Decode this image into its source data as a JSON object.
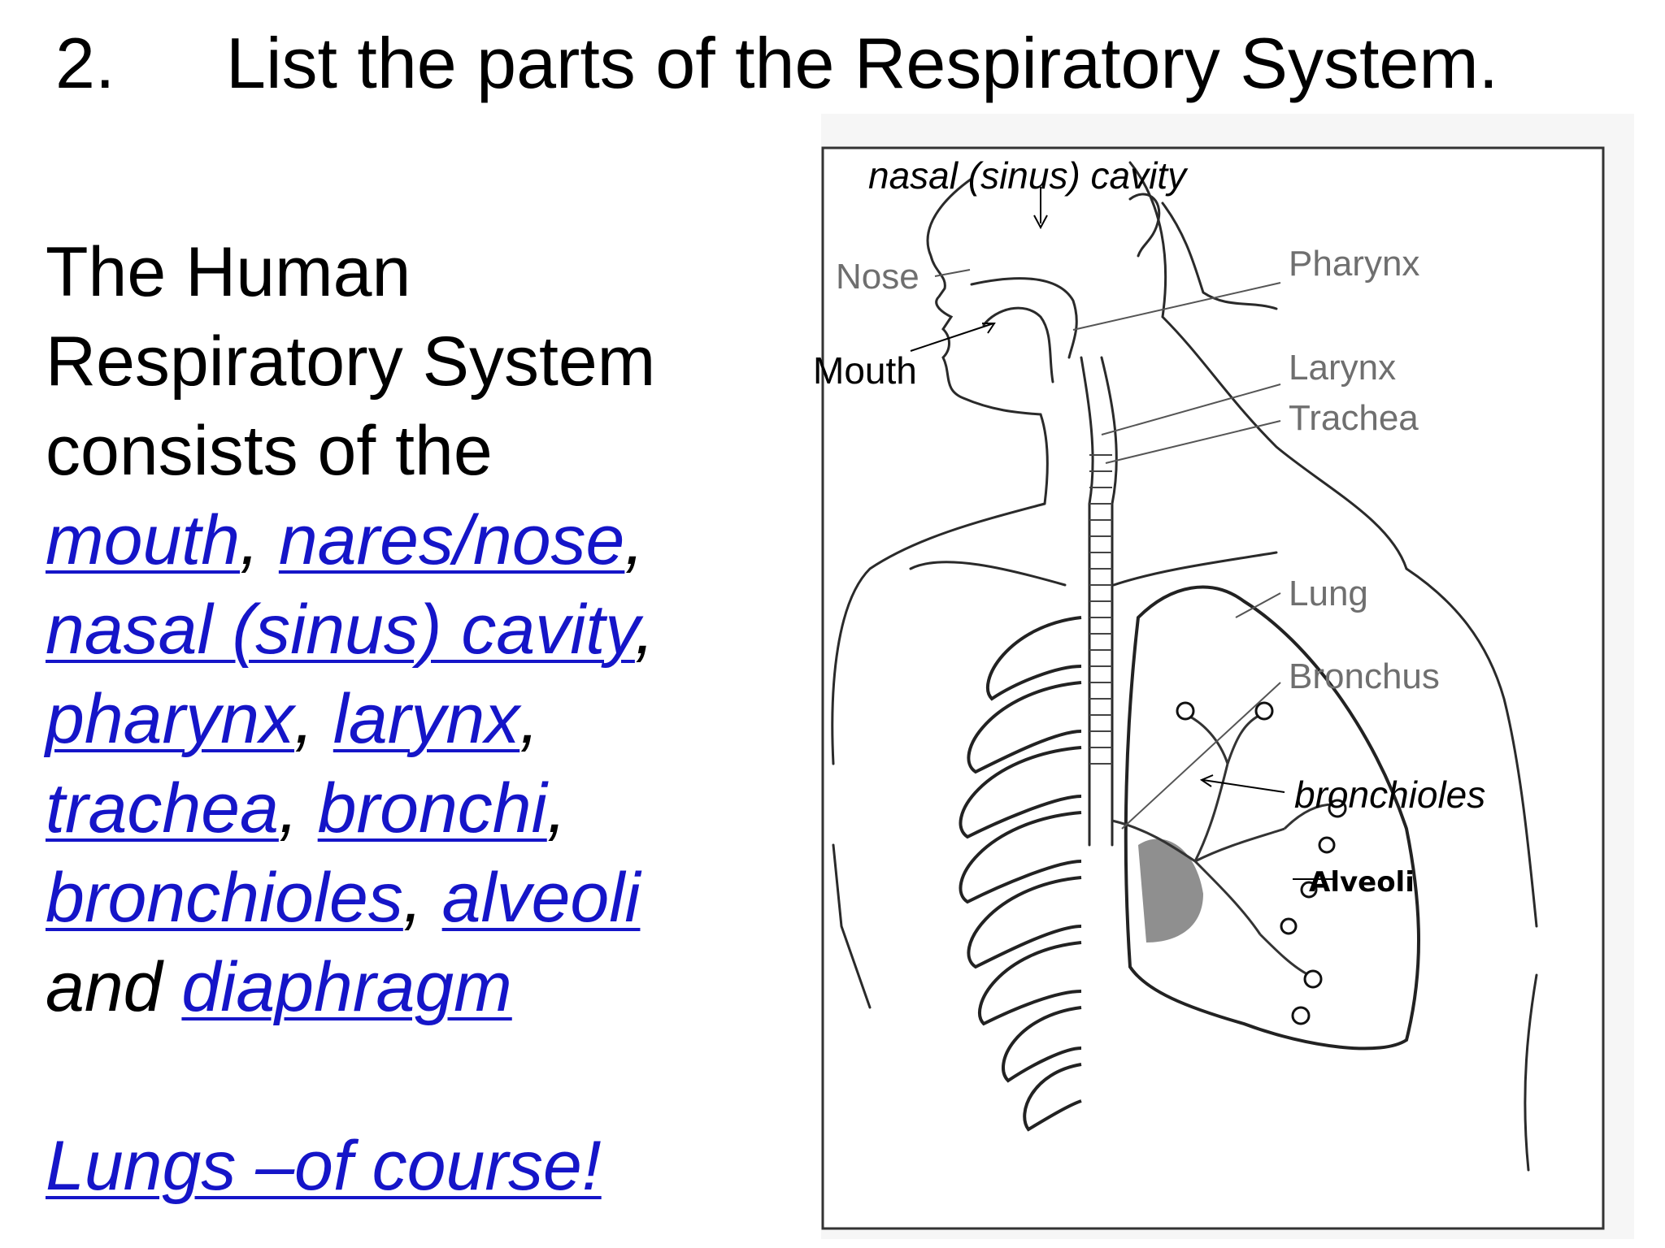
{
  "title": {
    "number": "2.",
    "text": "List the parts of the Respiratory System."
  },
  "body": {
    "intro_line1": "The Human",
    "intro_line2": "Respiratory System",
    "intro_line3": "consists of the",
    "links": {
      "mouth": "mouth",
      "nose": "nares/nose",
      "nasal_cavity": "nasal (sinus) cavity",
      "pharynx": "pharynx",
      "larynx": "larynx",
      "trachea": "trachea",
      "bronchi": "bronchi",
      "bronchioles": "bronchioles",
      "alveoli": "alveoli",
      "diaphragm": "diaphragm",
      "lungs": "Lungs –of course!"
    },
    "comma": ",",
    "and_word": "and"
  },
  "diagram": {
    "labels": {
      "nasal_cavity": "nasal (sinus) cavity",
      "nose": "Nose",
      "mouth": "Mouth",
      "pharynx": "Pharynx",
      "larynx": "Larynx",
      "trachea": "Trachea",
      "lung": "Lung",
      "bronchus": "Bronchus",
      "bronchioles": "bronchioles",
      "alveoli": "Alveoli"
    }
  },
  "colors": {
    "link": "#1515c8",
    "diagram_gray_label": "#6f6f6f"
  }
}
